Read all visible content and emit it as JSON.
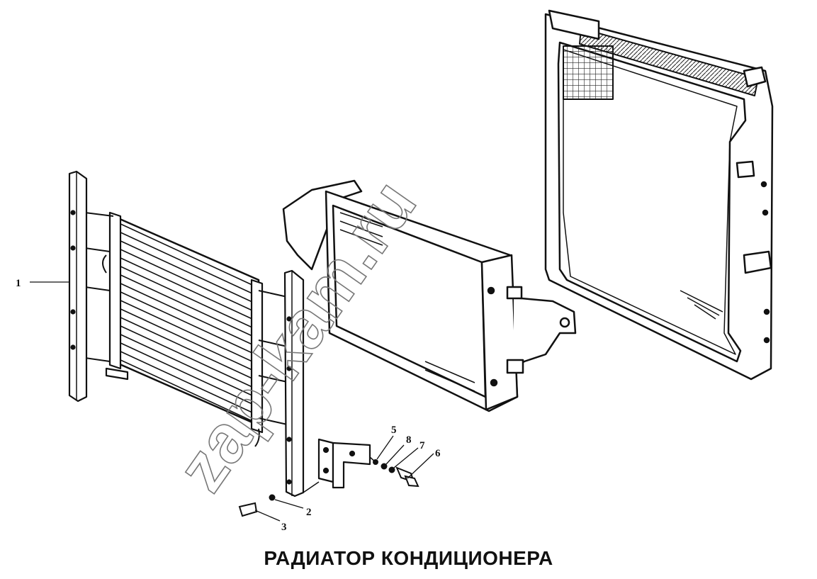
{
  "title": "РАДИАТОР КОНДИЦИОНЕРА",
  "watermark": "zap-kam.ru",
  "callouts": {
    "c1": "1",
    "c2": "2",
    "c3": "3",
    "c5": "5",
    "c6": "6",
    "c7": "7",
    "c8": "8"
  }
}
